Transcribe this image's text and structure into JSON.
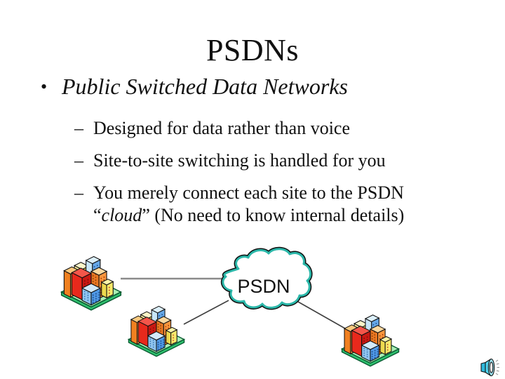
{
  "slide": {
    "title": "PSDNs",
    "bullet": {
      "glyph": "•",
      "text": "Public Switched Data Networks"
    },
    "sub_bullets": {
      "dash": "–",
      "item1": "Designed for data rather than voice",
      "item2": "Site-to-site switching is handled for you",
      "item3_line1": "You merely connect each site to the PSDN",
      "item3_quote_open": "“",
      "item3_italic": "cloud",
      "item3_rest": "” (No need to know internal details)"
    },
    "diagram": {
      "cloud_label": "PSDN",
      "nodes": [
        "site-buildings-left",
        "site-buildings-middle",
        "site-buildings-right"
      ],
      "colors": {
        "cloud_accent": "#2BB7A9",
        "cloud_outline": "#101010",
        "link_gray": "#8A8A8A",
        "link_dark": "#404040",
        "base_green": "#2FC06E",
        "base_green_light": "#A9EFB4",
        "building_red": "#E8291C",
        "building_orange": "#F5821F",
        "building_yellow": "#F0DE5A",
        "building_blue": "#5B9FE0",
        "building_blue_pale": "#C7E6F8",
        "speaker_cyan": "#53D6F0"
      }
    }
  }
}
